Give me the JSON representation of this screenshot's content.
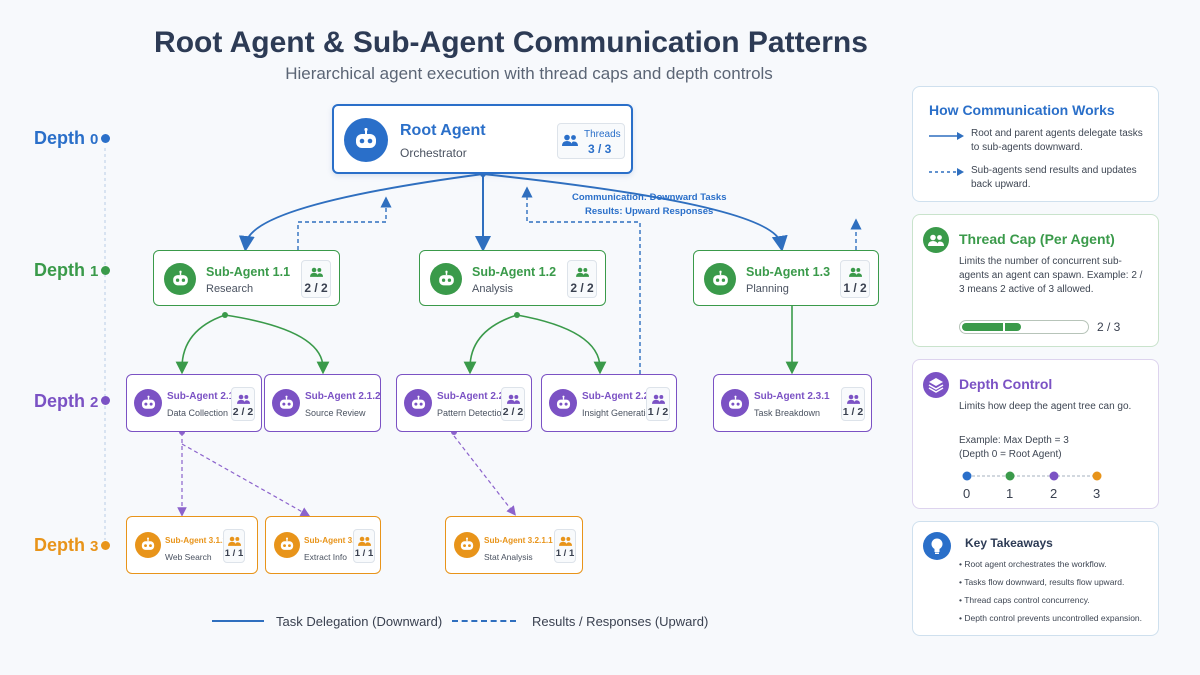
{
  "header": {
    "title": "Root Agent & Sub-Agent Communication Patterns",
    "subtitle": "Hierarchical agent execution with thread caps and depth controls"
  },
  "colors": {
    "depth0": "#2a6fc9",
    "depth1": "#3a9a4a",
    "depth2": "#7b52c4",
    "depth3": "#e8941a"
  },
  "depths": [
    {
      "label": "Depth",
      "num": "0"
    },
    {
      "label": "Depth",
      "num": "1"
    },
    {
      "label": "Depth",
      "num": "2"
    },
    {
      "label": "Depth",
      "num": "3"
    }
  ],
  "root": {
    "name": "Root Agent",
    "role": "Orchestrator",
    "threads_label": "Threads",
    "threads": "3 / 3",
    "icon": "robot-icon"
  },
  "depth1_agents": [
    {
      "name": "Sub-Agent 1.1",
      "role": "Research",
      "threads": "2 / 2"
    },
    {
      "name": "Sub-Agent 1.2",
      "role": "Analysis",
      "threads": "2 / 2"
    },
    {
      "name": "Sub-Agent 1.3",
      "role": "Planning",
      "threads": "1 / 2"
    }
  ],
  "depth2_agents": [
    {
      "name": "Sub-Agent 2.1.1",
      "role": "Data Collection",
      "threads": "2 / 2"
    },
    {
      "name": "Sub-Agent 2.1.2",
      "role": "Source Review",
      "threads": ""
    },
    {
      "name": "Sub-Agent 2.2.1",
      "role": "Pattern Detection",
      "threads": "2 / 2"
    },
    {
      "name": "Sub-Agent 2.2.2",
      "role": "Insight Generation",
      "threads": "1 / 2"
    },
    {
      "name": "Sub-Agent 2.3.1",
      "role": "Task Breakdown",
      "threads": "1 / 2"
    }
  ],
  "depth3_agents": [
    {
      "name": "Sub-Agent 3.1.1.1",
      "role": "Web Search",
      "threads": "1 / 1"
    },
    {
      "name": "Sub-Agent 3.1.1.2",
      "role": "Extract Info",
      "threads": "1 / 1"
    },
    {
      "name": "Sub-Agent 3.2.1.1",
      "role": "Stat Analysis",
      "threads": "1 / 1"
    }
  ],
  "annotation": {
    "line1": "Communication: Downward Tasks",
    "line2": "Results: Upward Responses"
  },
  "legend": {
    "down": "Task Delegation (Downward)",
    "up": "Results / Responses (Upward)"
  },
  "panels": {
    "how": {
      "title": "How Communication Works",
      "solid_text": "Root and parent agents delegate tasks to sub-agents downward.",
      "dashed_text": "Sub-agents send results and updates back upward."
    },
    "thread_cap": {
      "title": "Thread Cap (Per Agent)",
      "text": "Limits the number of concurrent sub-agents an agent can spawn. Example: 2 / 3 means 2 active of 3 allowed.",
      "value": "2 / 3",
      "fraction": 0.67,
      "icon": "group-icon"
    },
    "depth_control": {
      "title": "Depth Control",
      "text1": "Limits how deep the agent tree can go.",
      "text2": "Example: Max Depth = 3",
      "text3": "(Depth 0 = Root Agent)",
      "scale": [
        "0",
        "1",
        "2",
        "3"
      ],
      "icon": "layers-icon"
    },
    "takeaways": {
      "title": "Key Takeaways",
      "items": [
        "Root agent orchestrates the workflow.",
        "Tasks flow downward, results flow upward.",
        "Thread caps control concurrency.",
        "Depth control prevents uncontrolled expansion."
      ],
      "icon": "lightbulb-icon"
    }
  }
}
